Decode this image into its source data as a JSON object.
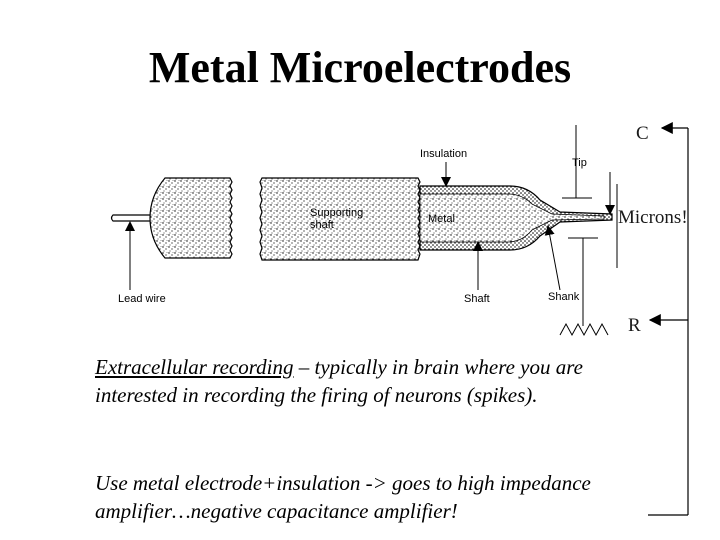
{
  "slide": {
    "title": "Metal Microelectrodes"
  },
  "diagram": {
    "labels": {
      "insulation": "Insulation",
      "tip": "Tip",
      "supporting_shaft_line1": "Supporting",
      "supporting_shaft_line2": "shaft",
      "metal": "Metal",
      "lead_wire": "Lead wire",
      "shaft": "Shaft",
      "shank": "Shank"
    },
    "annotations": {
      "capacitor": "C",
      "microns": "Microns!",
      "resistor": "R"
    },
    "colors": {
      "ink": "#000000",
      "annotation_text": "#1a1a1a"
    }
  },
  "text": {
    "p1_link": "Extracellular recording",
    "p1_rest": " – typically in brain where you are interested in recording the firing of neurons (spikes).",
    "p2": "Use metal electrode+insulation -> goes to high impedance amplifier…negative capacitance amplifier!"
  }
}
